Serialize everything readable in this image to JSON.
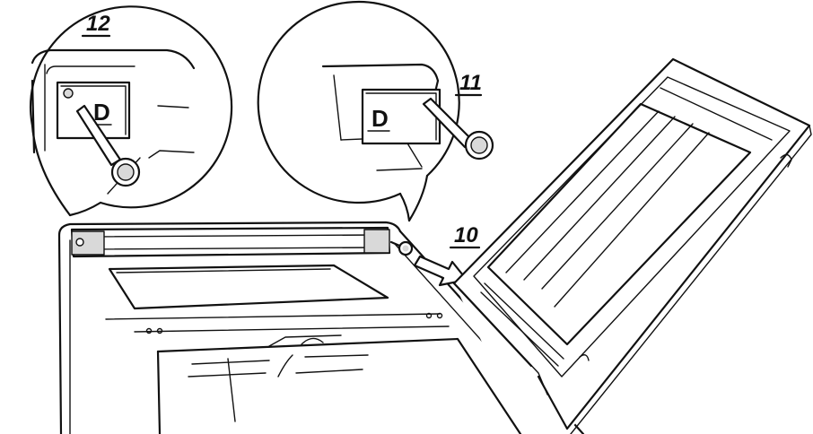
{
  "callouts": {
    "label_12": "12",
    "label_11": "11",
    "label_10": "10"
  },
  "plates": {
    "left_letter": "D",
    "right_letter": "D"
  },
  "colors": {
    "ink": "#111111",
    "shade": "#d9d9d9",
    "background": "#ffffff"
  }
}
